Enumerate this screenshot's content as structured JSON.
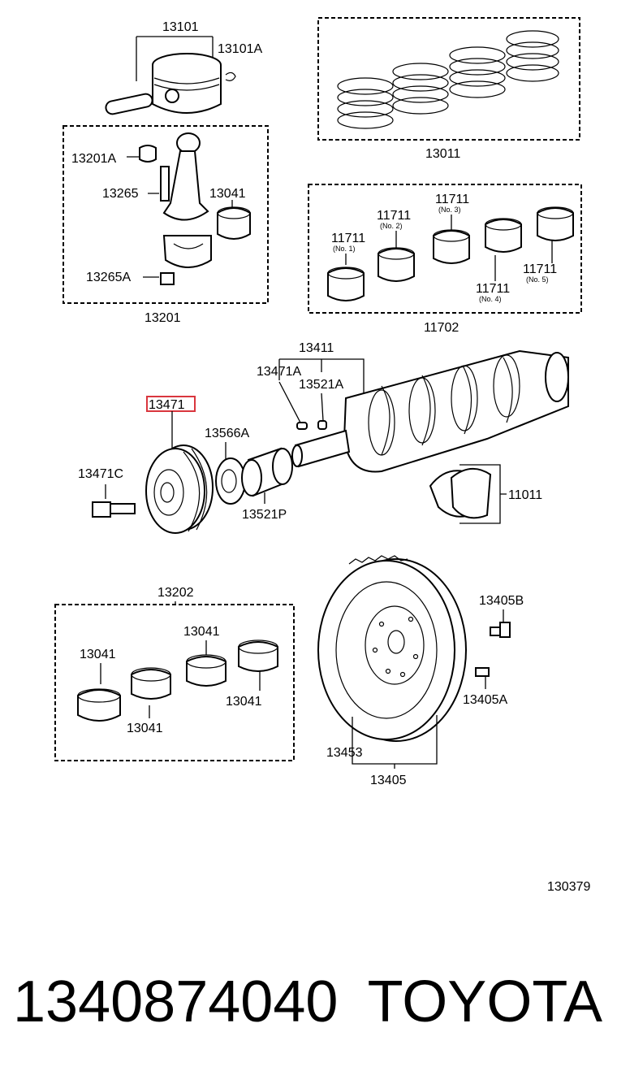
{
  "diagram": {
    "labels": {
      "p13101": "13101",
      "p13101A": "13101A",
      "p13011": "13011",
      "p13201A": "13201A",
      "p13265": "13265",
      "p13041_rod": "13041",
      "p13265A": "13265A",
      "p13201": "13201",
      "b1_num": "11711",
      "b1_sub": "(No. 1)",
      "b2_num": "11711",
      "b2_sub": "(No. 2)",
      "b3_num": "11711",
      "b3_sub": "(No. 3)",
      "b4_num": "11711",
      "b4_sub": "(No. 4)",
      "b5_num": "11711",
      "b5_sub": "(No. 5)",
      "p11702": "11702",
      "p13411": "13411",
      "p13471A": "13471A",
      "p13521A": "13521A",
      "p13471": "13471",
      "p13566A": "13566A",
      "p13471C": "13471C",
      "p13521P": "13521P",
      "p11011": "11011",
      "p13202": "13202",
      "p13041_a": "13041",
      "p13041_b": "13041",
      "p13041_c": "13041",
      "p13041_d": "13041",
      "p13405B": "13405B",
      "p13405A": "13405A",
      "p13453": "13453",
      "p13405": "13405",
      "diagram_code": "130379"
    },
    "highlight_color": "#d9363e"
  },
  "footer": {
    "part_number": "1340874040",
    "brand": "TOYOTA"
  }
}
